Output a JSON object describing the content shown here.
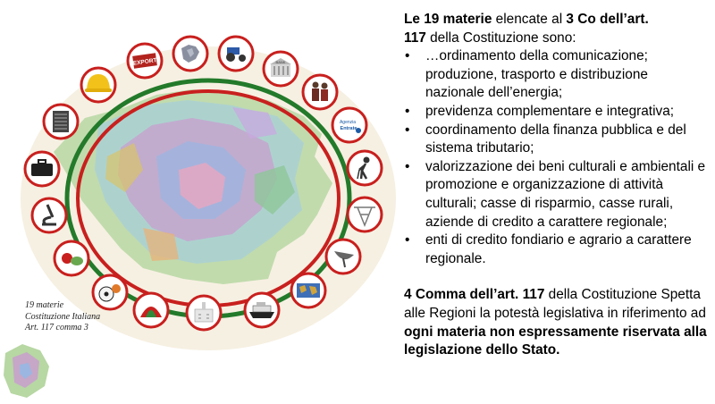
{
  "caption": {
    "line1": "19 materie",
    "line2": "Costituzione Italiana",
    "line3": "Art. 117 comma 3"
  },
  "icons": [
    {
      "name": "export-sign-icon",
      "label": "EXPORT"
    },
    {
      "name": "eu-map-icon"
    },
    {
      "name": "tractor-icon"
    },
    {
      "name": "bank-building-icon",
      "label": "BANK"
    },
    {
      "name": "workers-icon"
    },
    {
      "name": "agenzia-entrate-icon",
      "label1": "Agenzia",
      "label2": "Entrate"
    },
    {
      "name": "elderly-person-icon"
    },
    {
      "name": "power-pylon-icon"
    },
    {
      "name": "satellite-dish-icon"
    },
    {
      "name": "world-map-icon"
    },
    {
      "name": "cruise-ship-icon"
    },
    {
      "name": "hospital-icon"
    },
    {
      "name": "parachute-icon"
    },
    {
      "name": "sport-balls-icon"
    },
    {
      "name": "food-icon"
    },
    {
      "name": "microscope-icon"
    },
    {
      "name": "briefcase-icon"
    },
    {
      "name": "printed-circuit-icon"
    },
    {
      "name": "hard-hat-icon"
    }
  ],
  "colors": {
    "ring_red": "#c8201e",
    "ring_green": "#237a2a",
    "ring_cream": "#f2ead7"
  },
  "text": {
    "intro_a": "Le 19 materie",
    "intro_b": " elencate al ",
    "intro_c": "3 Co dell’art.",
    "intro_d": "117",
    "intro_e": " della Costituzione sono:",
    "items": [
      "…ordinamento della comunicazione; produzione, trasporto e distribuzione nazionale dell’energia;",
      "previdenza complementare e integrativa;",
      "coordinamento della finanza pubblica e del sistema tributario;",
      " valorizzazione dei beni culturali e ambientali e promozione e organizzazione di attività culturali; casse di risparmio, casse rurali, aziende di credito a carattere regionale;",
      " enti di credito fondiario e agrario a carattere regionale."
    ],
    "comma_a": "4 Comma dell’art. 117",
    "comma_b": " della Costituzione Spetta alle Regioni la potestà legislativa in riferimento ad ",
    "comma_c": "ogni materia non espressamente riservata alla legislazione dello Stato."
  }
}
